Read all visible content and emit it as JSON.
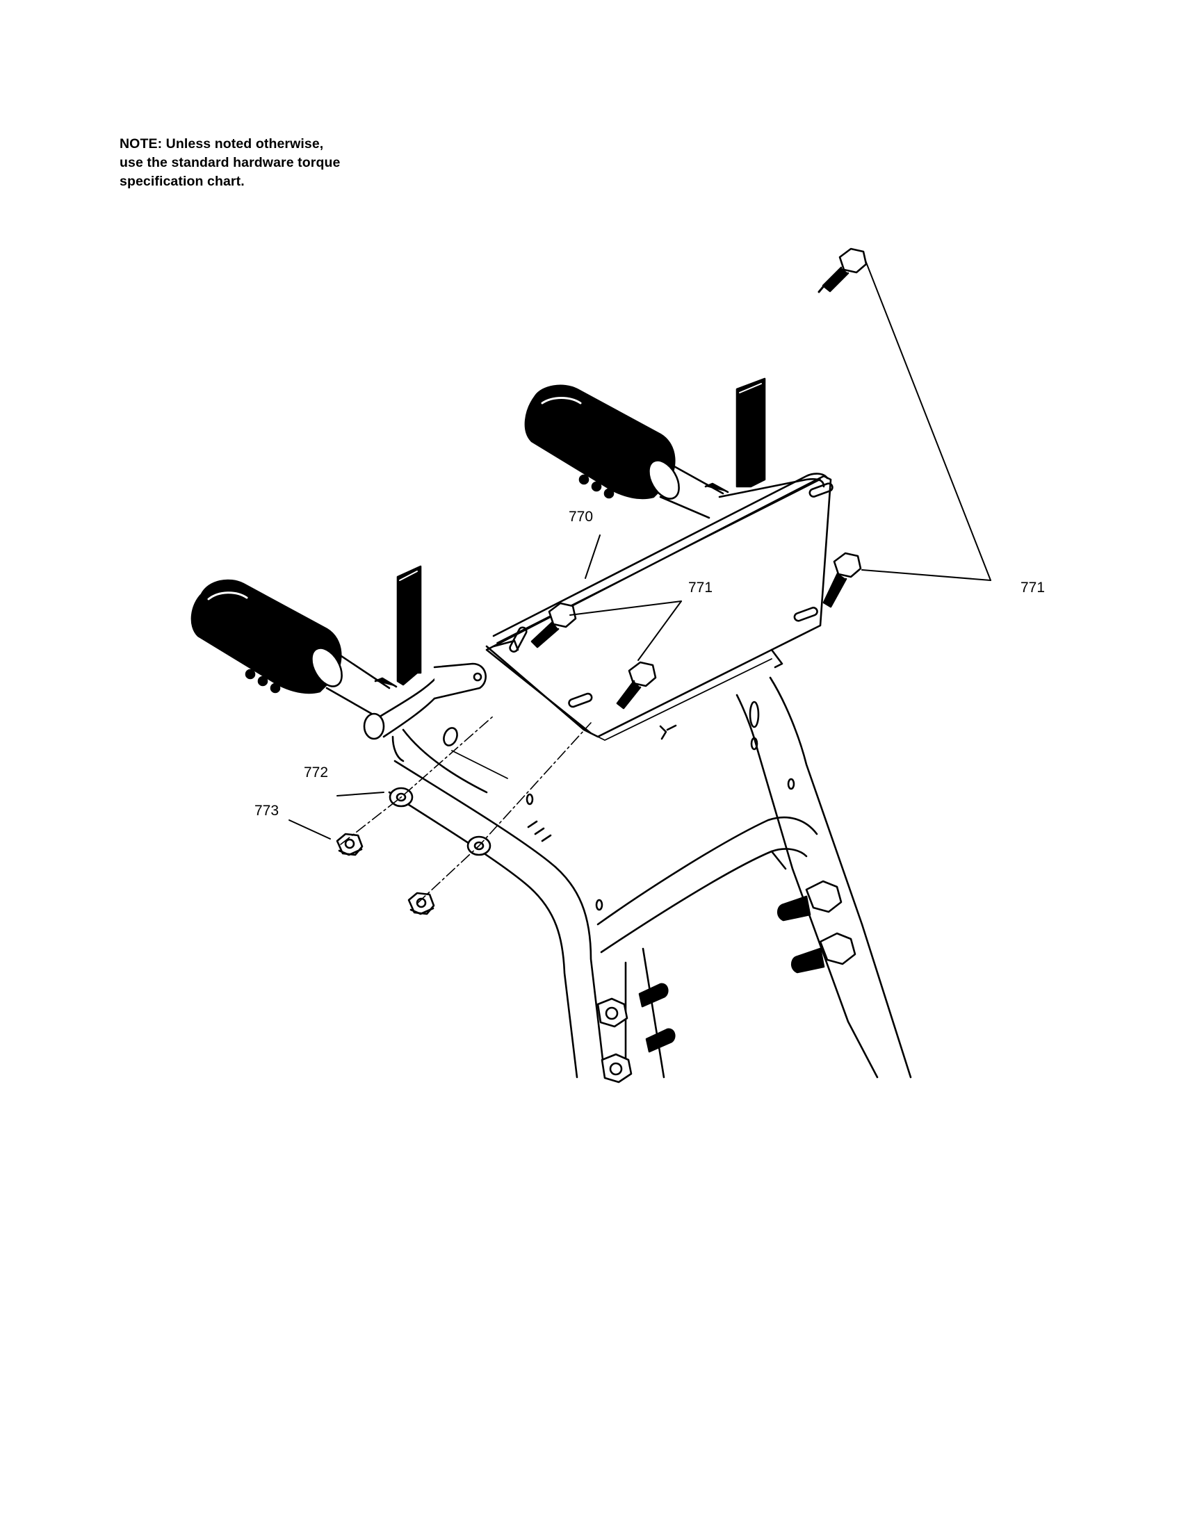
{
  "note": {
    "lines": [
      "NOTE: Unless noted otherwise,",
      "use the standard hardware torque",
      "specification chart."
    ]
  },
  "callouts": {
    "panel": "770",
    "screw_left": "771",
    "screw_right": "771",
    "washer": "772",
    "nut": "773"
  },
  "colors": {
    "ink": "#000000",
    "paper": "#ffffff"
  }
}
